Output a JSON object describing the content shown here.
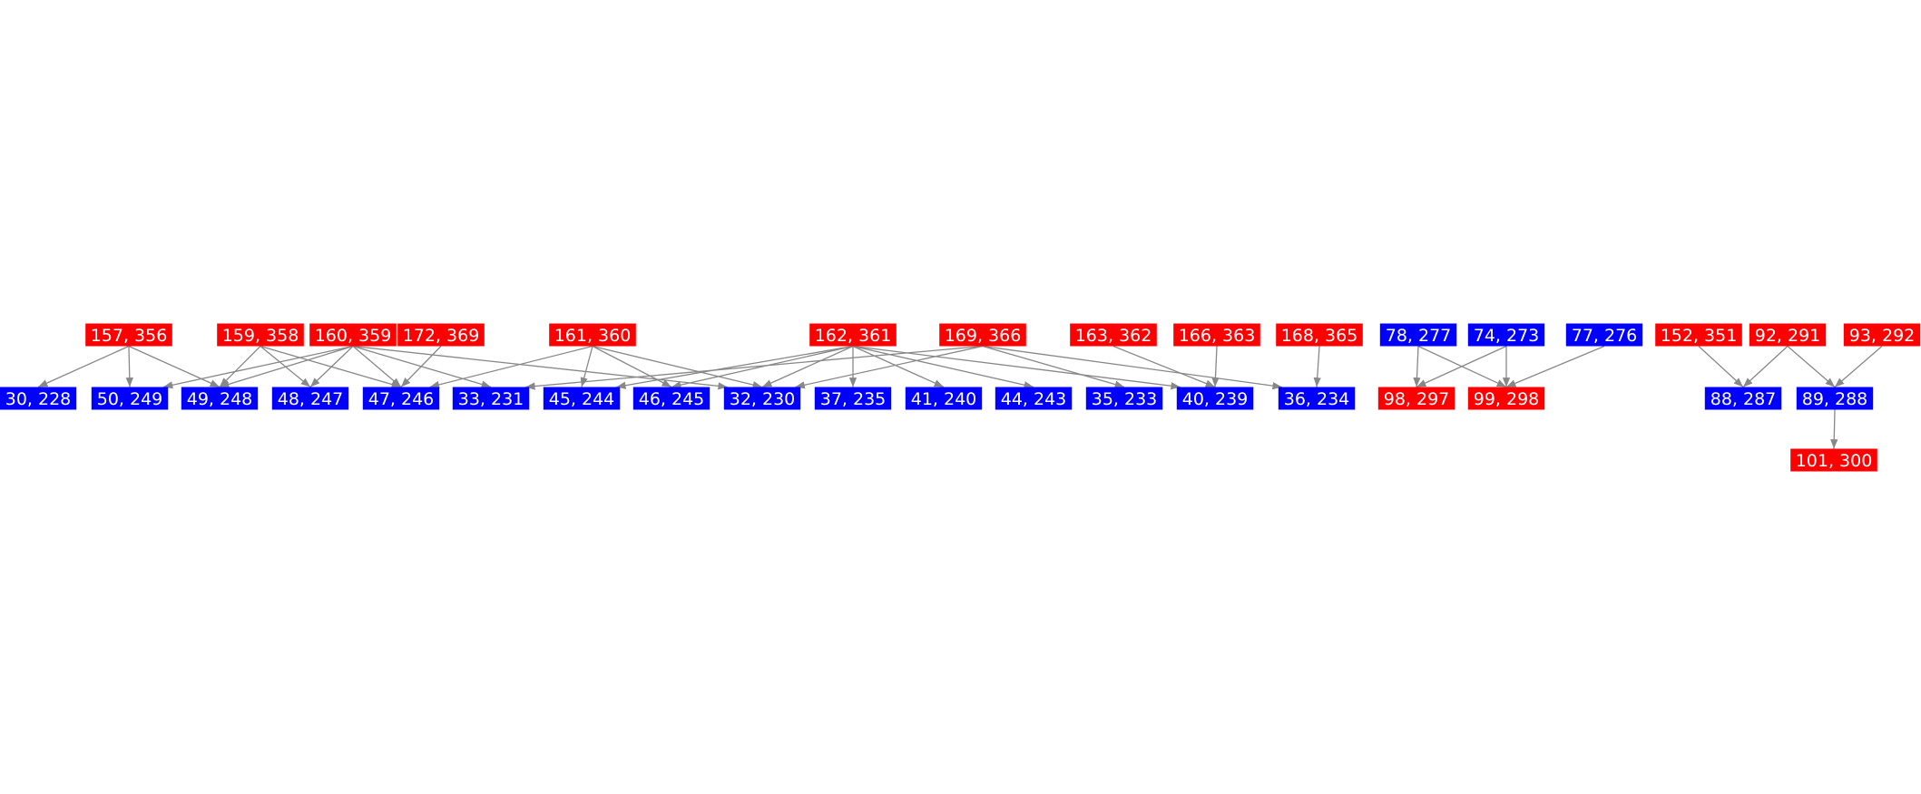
{
  "colors": {
    "red": "#ff0000",
    "blue": "#0000ff",
    "edge": "#888888"
  },
  "nodes": [
    {
      "id": "157, 356",
      "color": "red"
    },
    {
      "id": "159, 358",
      "color": "red"
    },
    {
      "id": "160, 359",
      "color": "red"
    },
    {
      "id": "172, 369",
      "color": "red"
    },
    {
      "id": "161, 360",
      "color": "red"
    },
    {
      "id": "162, 361",
      "color": "red"
    },
    {
      "id": "169, 366",
      "color": "red"
    },
    {
      "id": "163, 362",
      "color": "red"
    },
    {
      "id": "166, 363",
      "color": "red"
    },
    {
      "id": "168, 365",
      "color": "red"
    },
    {
      "id": "78, 277",
      "color": "blue"
    },
    {
      "id": "74, 273",
      "color": "blue"
    },
    {
      "id": "77, 276",
      "color": "blue"
    },
    {
      "id": "152, 351",
      "color": "red"
    },
    {
      "id": "92, 291",
      "color": "red"
    },
    {
      "id": "93, 292",
      "color": "red"
    },
    {
      "id": "30, 228",
      "color": "blue"
    },
    {
      "id": "50, 249",
      "color": "blue"
    },
    {
      "id": "49, 248",
      "color": "blue"
    },
    {
      "id": "48, 247",
      "color": "blue"
    },
    {
      "id": "47, 246",
      "color": "blue"
    },
    {
      "id": "33, 231",
      "color": "blue"
    },
    {
      "id": "45, 244",
      "color": "blue"
    },
    {
      "id": "46, 245",
      "color": "blue"
    },
    {
      "id": "32, 230",
      "color": "blue"
    },
    {
      "id": "37, 235",
      "color": "blue"
    },
    {
      "id": "41, 240",
      "color": "blue"
    },
    {
      "id": "44, 243",
      "color": "blue"
    },
    {
      "id": "35, 233",
      "color": "blue"
    },
    {
      "id": "40, 239",
      "color": "blue"
    },
    {
      "id": "36, 234",
      "color": "blue"
    },
    {
      "id": "98, 297",
      "color": "red"
    },
    {
      "id": "99, 298",
      "color": "red"
    },
    {
      "id": "88, 287",
      "color": "blue"
    },
    {
      "id": "89, 288",
      "color": "blue"
    },
    {
      "id": "101, 300",
      "color": "red"
    }
  ],
  "edges": [
    [
      "157, 356",
      "30, 228"
    ],
    [
      "157, 356",
      "50, 249"
    ],
    [
      "157, 356",
      "49, 248"
    ],
    [
      "159, 358",
      "49, 248"
    ],
    [
      "159, 358",
      "48, 247"
    ],
    [
      "159, 358",
      "47, 246"
    ],
    [
      "160, 359",
      "50, 249"
    ],
    [
      "160, 359",
      "49, 248"
    ],
    [
      "160, 359",
      "48, 247"
    ],
    [
      "160, 359",
      "47, 246"
    ],
    [
      "160, 359",
      "33, 231"
    ],
    [
      "160, 359",
      "32, 230"
    ],
    [
      "172, 369",
      "47, 246"
    ],
    [
      "161, 360",
      "47, 246"
    ],
    [
      "161, 360",
      "45, 244"
    ],
    [
      "161, 360",
      "46, 245"
    ],
    [
      "161, 360",
      "32, 230"
    ],
    [
      "162, 361",
      "45, 244"
    ],
    [
      "162, 361",
      "46, 245"
    ],
    [
      "162, 361",
      "32, 230"
    ],
    [
      "162, 361",
      "37, 235"
    ],
    [
      "162, 361",
      "41, 240"
    ],
    [
      "162, 361",
      "44, 243"
    ],
    [
      "162, 361",
      "40, 239"
    ],
    [
      "169, 366",
      "33, 231"
    ],
    [
      "169, 366",
      "32, 230"
    ],
    [
      "169, 366",
      "35, 233"
    ],
    [
      "169, 366",
      "36, 234"
    ],
    [
      "163, 362",
      "40, 239"
    ],
    [
      "166, 363",
      "40, 239"
    ],
    [
      "168, 365",
      "36, 234"
    ],
    [
      "78, 277",
      "98, 297"
    ],
    [
      "78, 277",
      "99, 298"
    ],
    [
      "74, 273",
      "98, 297"
    ],
    [
      "74, 273",
      "99, 298"
    ],
    [
      "77, 276",
      "99, 298"
    ],
    [
      "152, 351",
      "88, 287"
    ],
    [
      "92, 291",
      "88, 287"
    ],
    [
      "92, 291",
      "89, 288"
    ],
    [
      "93, 292",
      "89, 288"
    ],
    [
      "89, 288",
      "101, 300"
    ]
  ]
}
